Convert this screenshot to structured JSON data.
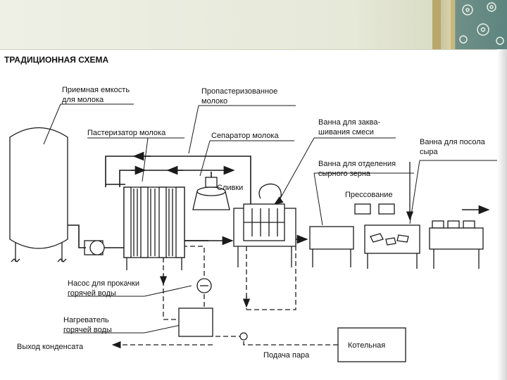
{
  "title": "ТРАДИЦИОННАЯ СХЕМА",
  "labels": {
    "receiving_tank": [
      "Приемная емкость",
      "для молока"
    ],
    "pasteurized_milk": [
      "Пропастеризованное",
      "молоко"
    ],
    "pasteurizer": "Пастеризатор молока",
    "separator": "Сепаратор молока",
    "cream": "Сливки",
    "fermentation_bath": [
      "Ванна для заква-",
      "шивания смеси"
    ],
    "salting_bath": [
      "Ванна для посола",
      "сыра"
    ],
    "curd_bath": [
      "Ванна для отделения",
      "сырного зерна"
    ],
    "pressing": "Прессование",
    "pump": [
      "Насос для прокачки",
      "горячей воды"
    ],
    "heater": [
      "Нагреватель",
      "горячей воды"
    ],
    "condensate_out": "Выход конденсата",
    "steam_supply": "Подача пара",
    "boiler": "Котельная"
  },
  "colors": {
    "line": "#1a1a1a",
    "banner_accent": "#5d857f"
  }
}
